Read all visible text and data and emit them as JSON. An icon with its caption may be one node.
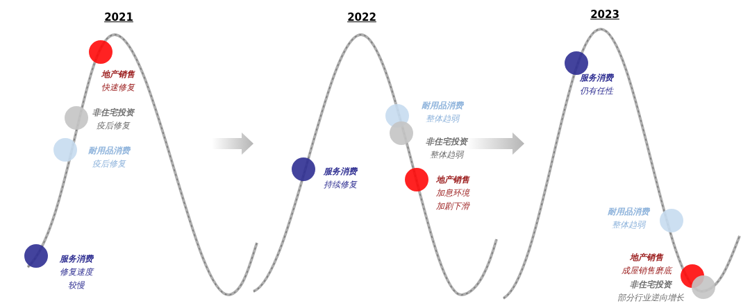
{
  "diagram": {
    "nodes": [
      {
        "text": [],
        "shape": "circle",
        "beside": [
          "地产销售",
          "快速修复"
        ]
      },
      {
        "text": [],
        "shape": "circle",
        "beside": [
          "非住宅投资",
          "疫后修复"
        ]
      },
      {
        "text": [],
        "shape": "circle",
        "beside": [
          "耐用品消费",
          "疫后修复"
        ]
      },
      {
        "text": [],
        "shape": "circle",
        "beside": [
          "服务消费",
          "修复速度较慢"
        ]
      },
      {
        "text": [],
        "shape": "circle",
        "beside": [
          "服务消费",
          "持续修复"
        ]
      },
      {
        "text": [],
        "shape": "circle",
        "beside": [
          "耐用品消费",
          "整体趋弱"
        ]
      },
      {
        "text": [],
        "shape": "circle",
        "beside": [
          "非住宅投资",
          "整体趋弱"
        ]
      },
      {
        "text": [],
        "shape": "circle",
        "beside": [
          "地产销售",
          "加息环境加剧下滑"
        ]
      },
      {
        "text": [],
        "shape": "circle",
        "beside": [
          "服务消费",
          "仍有任性"
        ]
      },
      {
        "text": [],
        "shape": "circle",
        "beside": [
          "耐用品消费",
          "整体趋弱"
        ]
      },
      {
        "text": [],
        "shape": "circle",
        "beside": [
          "地产销售",
          "成屋销售磨底"
        ]
      },
      {
        "text": [],
        "shape": "circle",
        "beside": [
          "非住宅投资",
          "部分行业逆向增长"
        ]
      }
    ],
    "labels": [
      "2021",
      "2022",
      "2023"
    ]
  }
}
